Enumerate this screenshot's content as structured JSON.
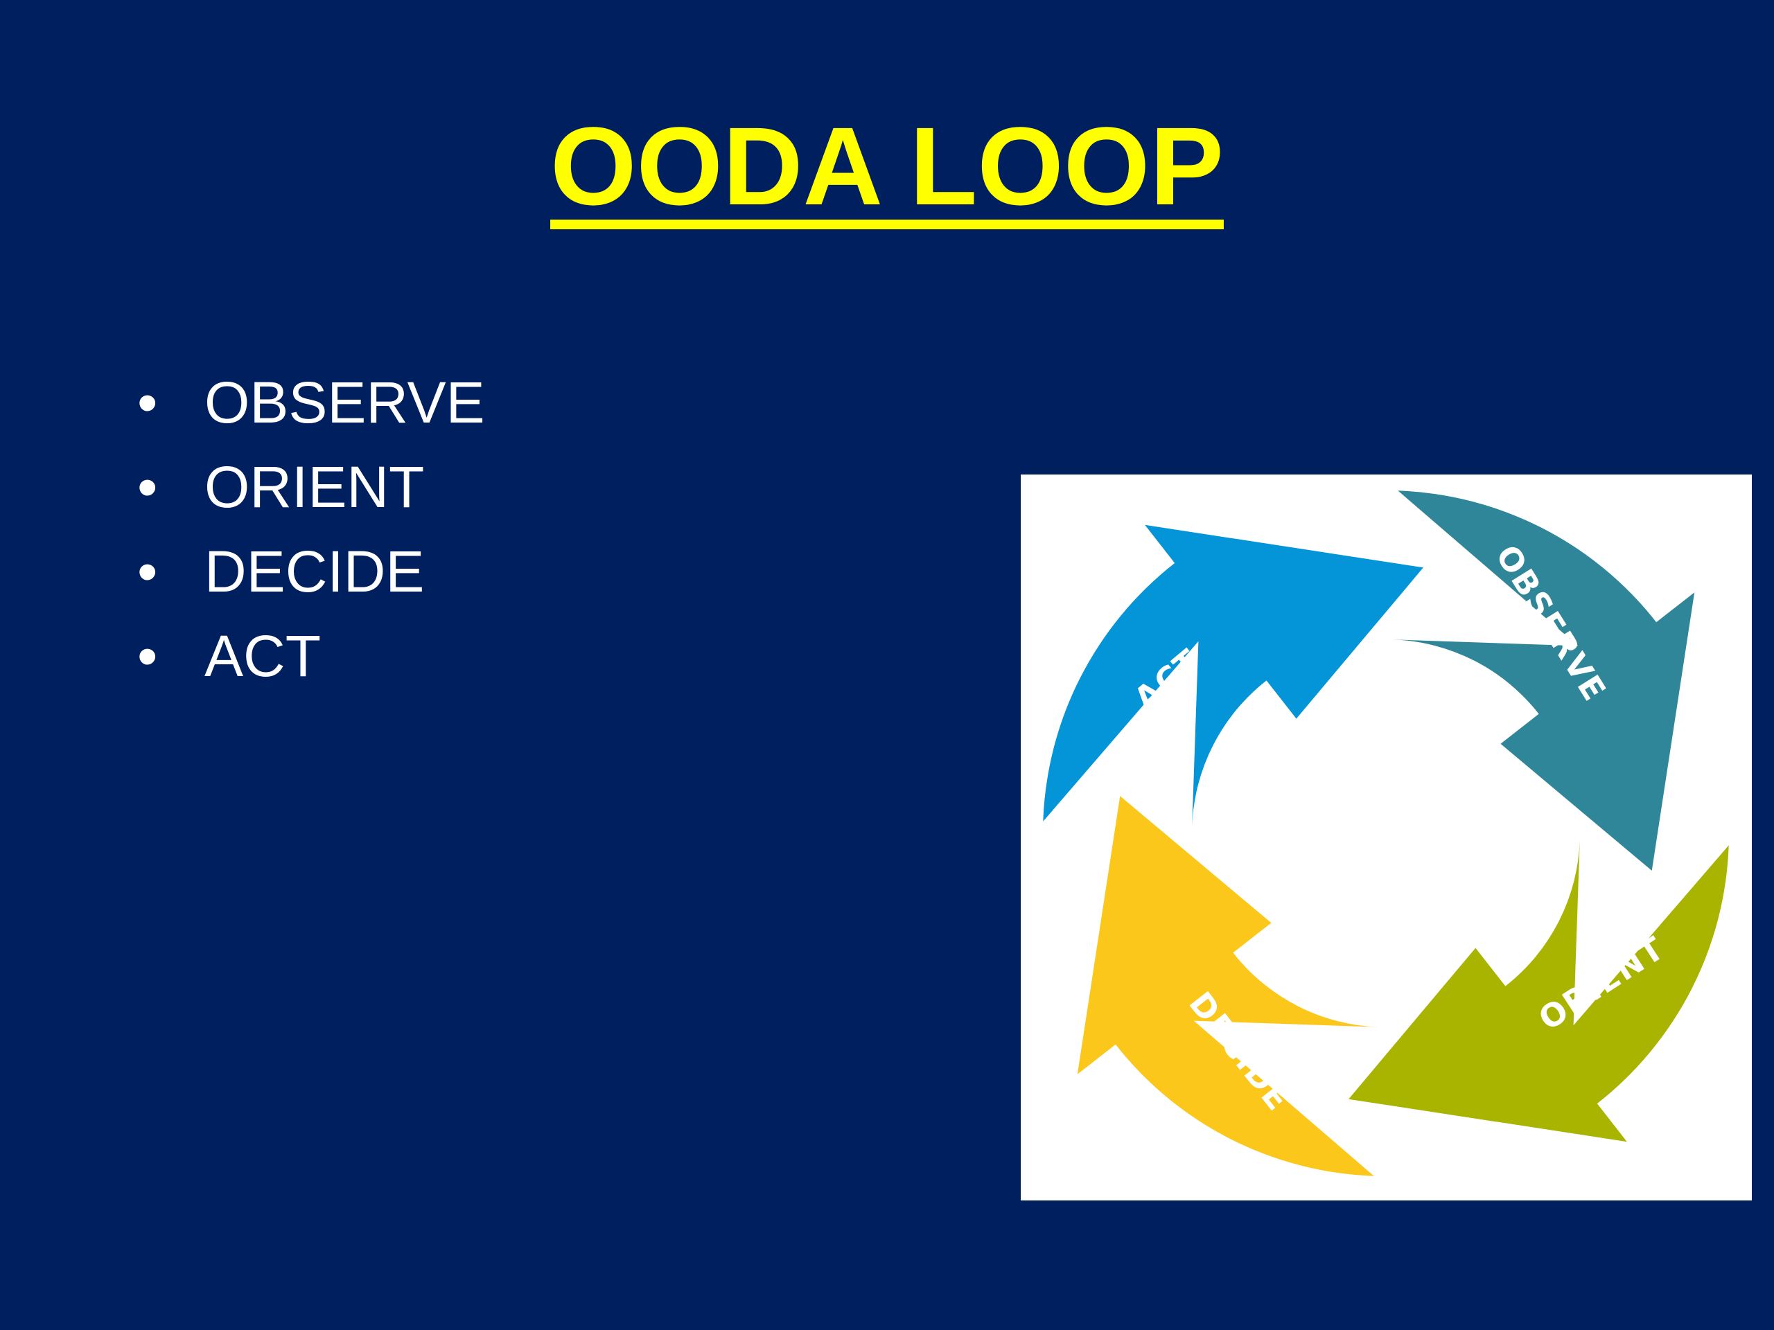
{
  "slide": {
    "title": "OODA LOOP",
    "bullets": [
      "OBSERVE",
      "ORIENT",
      "DECIDE",
      "ACT"
    ],
    "bullet_glyph": "•"
  },
  "diagram": {
    "segments": [
      {
        "label": "ACT",
        "color": "#0494d8"
      },
      {
        "label": "OBSERVE",
        "color": "#2e8698"
      },
      {
        "label": "ORIENT",
        "color": "#a8b400"
      },
      {
        "label": "DECIDE",
        "color": "#fbc71b"
      }
    ]
  },
  "colors": {
    "background": "#001f5f",
    "title": "#ffff00",
    "bullet_text": "#ffffff",
    "diagram_background": "#ffffff"
  }
}
